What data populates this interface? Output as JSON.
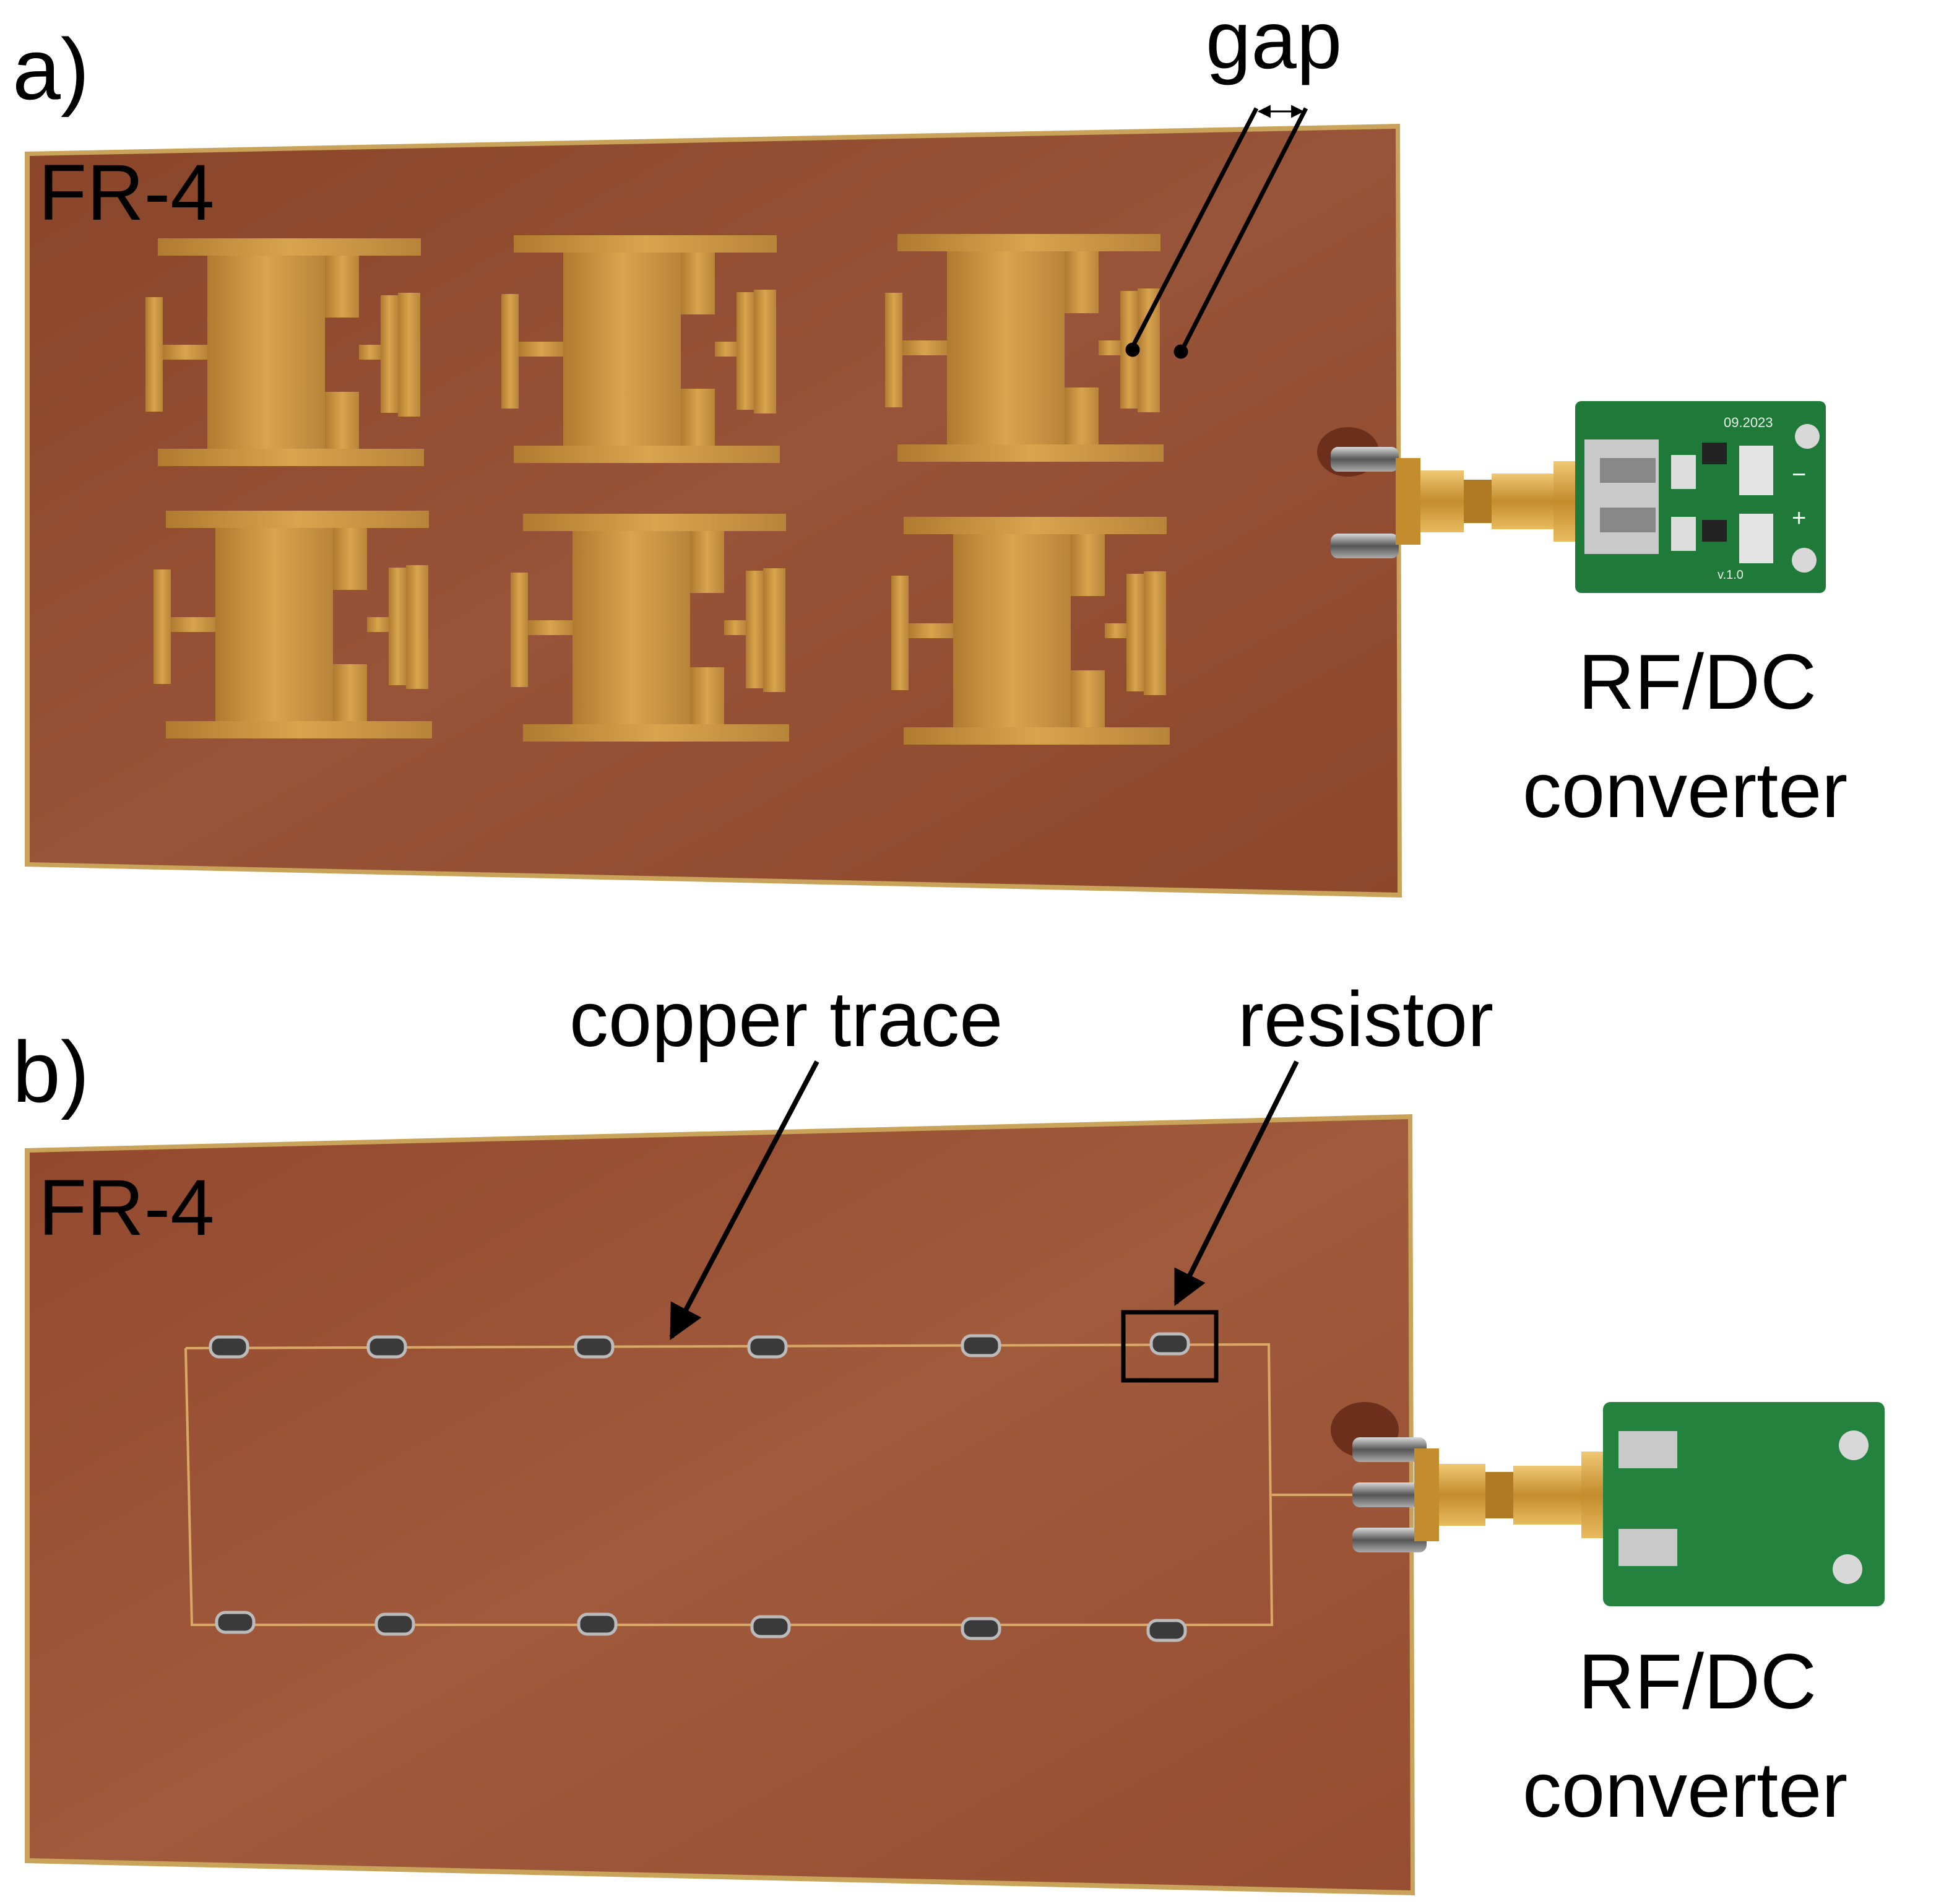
{
  "panel_a": {
    "panel_label": "a)",
    "substrate_label": "FR-4",
    "gap_label": "gap",
    "converter_label_line1": "RF/DC",
    "converter_label_line2": "converter",
    "module_silkscreen_date": "09.2023",
    "module_silkscreen_version": "v.1.0",
    "module_minus": "−",
    "module_plus": "+"
  },
  "panel_b": {
    "panel_label": "b)",
    "substrate_label": "FR-4",
    "trace_label": "copper trace",
    "resistor_label": "resistor",
    "converter_label_line1": "RF/DC",
    "converter_label_line2": "converter"
  },
  "colors": {
    "fr4_board": "#8e4a2e",
    "copper_pattern": "#c8903e",
    "pcb_module": "#1f7a3a",
    "sma_connector": "#d2a24c",
    "background": "#ffffff"
  }
}
